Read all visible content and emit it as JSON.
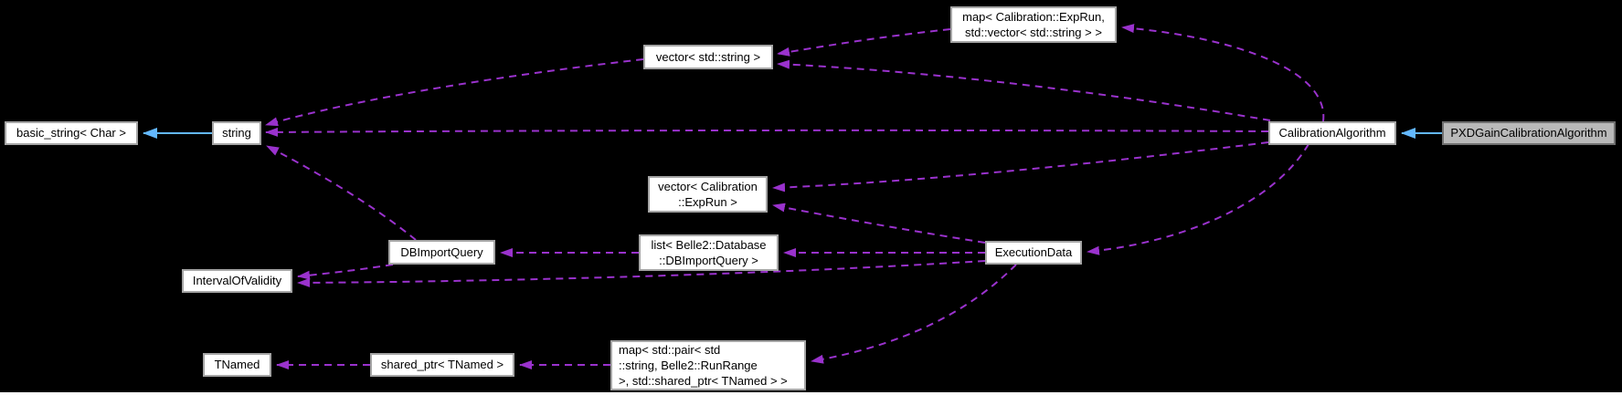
{
  "diagram": {
    "kind": "doxygen-collaboration-graph",
    "background": "#000000",
    "colors": {
      "usage_edge": "#9a32cd",
      "inheritance_edge": "#63b8ff",
      "node_fill": "#ffffff",
      "node_border": "#a5a5a5",
      "highlight_node_fill": "#b9b9b9",
      "highlight_node_border": "#6f6f6f",
      "text": "#000000"
    },
    "nodes": [
      {
        "id": "basic-string",
        "label": "basic_string< Char >"
      },
      {
        "id": "string",
        "label": "string"
      },
      {
        "id": "vector-std-string",
        "label": "vector< std::string >"
      },
      {
        "id": "map-exprun-vector-string",
        "label": "map< Calibration::ExpRun,\nstd::vector< std::string > >"
      },
      {
        "id": "calibration-algorithm",
        "label": "CalibrationAlgorithm"
      },
      {
        "id": "pxd-gain-calibration-algorithm",
        "label": "PXDGainCalibrationAlgorithm",
        "highlight": true
      },
      {
        "id": "vector-calibration-exprun",
        "label": "vector< Calibration\n::ExpRun >"
      },
      {
        "id": "db-import-query",
        "label": "DBImportQuery"
      },
      {
        "id": "list-belle2-database-dbimportquery",
        "label": "list< Belle2::Database\n::DBImportQuery >"
      },
      {
        "id": "execution-data",
        "label": "ExecutionData"
      },
      {
        "id": "interval-of-validity",
        "label": "IntervalOfValidity"
      },
      {
        "id": "tnamed",
        "label": "TNamed"
      },
      {
        "id": "shared-ptr-tnamed",
        "label": "shared_ptr< TNamed >"
      },
      {
        "id": "map-pair-string-runrange-sharedptr-tnamed",
        "label": "map< std::pair< std\n::string, Belle2::RunRange\n >, std::shared_ptr< TNamed > >"
      }
    ],
    "edges": [
      {
        "from": "pxd-gain-calibration-algorithm",
        "to": "calibration-algorithm",
        "type": "inheritance"
      },
      {
        "from": "string",
        "to": "basic-string",
        "type": "inheritance"
      },
      {
        "from": "calibration-algorithm",
        "to": "map-exprun-vector-string",
        "type": "usage"
      },
      {
        "from": "map-exprun-vector-string",
        "to": "vector-std-string",
        "type": "usage"
      },
      {
        "from": "calibration-algorithm",
        "to": "vector-std-string",
        "type": "usage"
      },
      {
        "from": "calibration-algorithm",
        "to": "string",
        "type": "usage"
      },
      {
        "from": "vector-std-string",
        "to": "string",
        "type": "usage"
      },
      {
        "from": "db-import-query",
        "to": "string",
        "type": "usage"
      },
      {
        "from": "calibration-algorithm",
        "to": "vector-calibration-exprun",
        "type": "usage"
      },
      {
        "from": "execution-data",
        "to": "vector-calibration-exprun",
        "type": "usage"
      },
      {
        "from": "execution-data",
        "to": "list-belle2-database-dbimportquery",
        "type": "usage"
      },
      {
        "from": "calibration-algorithm",
        "to": "execution-data",
        "type": "usage"
      },
      {
        "from": "list-belle2-database-dbimportquery",
        "to": "db-import-query",
        "type": "usage"
      },
      {
        "from": "db-import-query",
        "to": "interval-of-validity",
        "type": "usage"
      },
      {
        "from": "execution-data",
        "to": "interval-of-validity",
        "type": "usage"
      },
      {
        "from": "execution-data",
        "to": "map-pair-string-runrange-sharedptr-tnamed",
        "type": "usage"
      },
      {
        "from": "map-pair-string-runrange-sharedptr-tnamed",
        "to": "shared-ptr-tnamed",
        "type": "usage"
      },
      {
        "from": "shared-ptr-tnamed",
        "to": "tnamed",
        "type": "usage"
      }
    ]
  }
}
